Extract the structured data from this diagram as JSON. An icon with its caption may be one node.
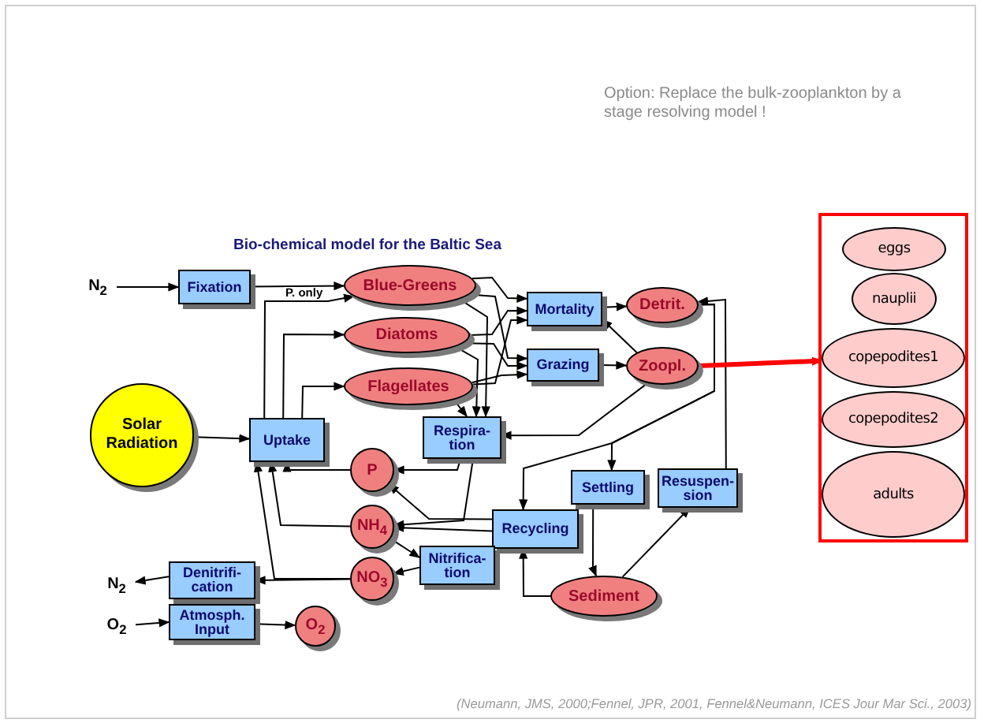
{
  "diagram": {
    "title": "Bio-chemical model for the Baltic Sea",
    "caption": "(Neumann, JMS, 2000;Fennel, JPR, 2001, Fennel&Neumann, ICES Jour Mar Sci., 2003)",
    "labels": [
      "Option: Replace the bulk-zooplankton by a stage resolving model !"
    ],
    "nodes": [
      {
        "text": [
          "N$_{2}$"
        ]
      },
      {
        "text": [
          "Fixation"
        ]
      },
      {
        "text": [
          "Blue-Greens"
        ]
      },
      {
        "text": [
          "Diatoms"
        ]
      },
      {
        "text": [
          "Flagellates"
        ]
      },
      {
        "text": [
          "Mortality"
        ]
      },
      {
        "text": [
          "Grazing"
        ]
      },
      {
        "text": [
          "Detrit."
        ]
      },
      {
        "text": [
          "Zoopl."
        ]
      },
      {
        "text": [
          "Solar Radiation"
        ]
      },
      {
        "text": [
          "Uptake"
        ]
      },
      {
        "text": [
          "Respira- tion"
        ]
      },
      {
        "text": [
          "P"
        ]
      },
      {
        "text": [
          "NH$_{4}$"
        ]
      },
      {
        "text": [
          "NO$_{3}$"
        ]
      },
      {
        "text": [
          "Settling"
        ]
      },
      {
        "text": [
          "Resuspen- sion"
        ]
      },
      {
        "text": [
          "Recycling"
        ]
      },
      {
        "text": [
          "Nitrifica- tion"
        ]
      },
      {
        "text": [
          "Sediment"
        ]
      },
      {
        "text": [
          "N$_{2}$"
        ]
      },
      {
        "text": [
          "Denitrifi- cation"
        ]
      },
      {
        "text": [
          "O$_{2}$"
        ]
      },
      {
        "text": [
          "Atmosph. Input"
        ]
      },
      {
        "text": [
          "O$_{2}$"
        ]
      },
      {
        "text": [],
        "shape": "box"
      },
      {
        "text": [
          "eggs"
        ],
        "in": 25
      },
      {
        "text": [
          "nauplii"
        ],
        "in": 25
      },
      {
        "text": [
          "copepodites1"
        ],
        "in": 25
      },
      {
        "text": [
          "copepodites2"
        ],
        "in": 25
      },
      {
        "text": [
          "adults"
        ],
        "in": 25
      }
    ],
    "edges": [
      {
        "from": 0,
        "to": 1,
        "arrow": "to"
      },
      {
        "from": 1,
        "to": 2,
        "arrow": "to"
      },
      {
        "from": 10,
        "to": 2,
        "arrow": "to",
        "label": "P. only"
      },
      {
        "from": 10,
        "to": 3,
        "arrow": "to"
      },
      {
        "from": 10,
        "to": 4,
        "arrow": "to"
      },
      {
        "from": 9,
        "to": 10,
        "arrow": "to"
      },
      {
        "from": 2,
        "to": 5,
        "arrow": "to"
      },
      {
        "from": 3,
        "to": 5,
        "arrow": "to"
      },
      {
        "from": 4,
        "to": 5,
        "arrow": "to"
      },
      {
        "from": 2,
        "to": 6,
        "arrow": "to"
      },
      {
        "from": 3,
        "to": 6,
        "arrow": "to"
      },
      {
        "from": 4,
        "to": 6,
        "arrow": "to"
      },
      {
        "from": 2,
        "to": 11,
        "arrow": "to"
      },
      {
        "from": 3,
        "to": 11,
        "arrow": "to"
      },
      {
        "from": 4,
        "to": 11,
        "arrow": "to"
      },
      {
        "from": 5,
        "to": 7,
        "arrow": "to"
      },
      {
        "from": 6,
        "to": 8,
        "arrow": "to"
      },
      {
        "from": 8,
        "to": 5,
        "arrow": "to"
      },
      {
        "from": 8,
        "to": 11,
        "arrow": "to"
      },
      {
        "from": 7,
        "to": 15,
        "arrow": "to"
      },
      {
        "from": 7,
        "to": 17,
        "arrow": "to"
      },
      {
        "from": 16,
        "to": 7,
        "arrow": "to"
      },
      {
        "from": 11,
        "to": 12,
        "arrow": "to"
      },
      {
        "from": 11,
        "to": 13,
        "arrow": "to"
      },
      {
        "from": 17,
        "to": 12,
        "arrow": "to"
      },
      {
        "from": 17,
        "to": 13,
        "arrow": "to"
      },
      {
        "from": 12,
        "to": 10,
        "arrow": "to"
      },
      {
        "from": 13,
        "to": 10,
        "arrow": "to"
      },
      {
        "from": 14,
        "to": 10,
        "arrow": "to"
      },
      {
        "from": 13,
        "to": 18,
        "arrow": "to"
      },
      {
        "from": 18,
        "to": 14,
        "arrow": "to"
      },
      {
        "from": 14,
        "to": 21,
        "arrow": "to"
      },
      {
        "from": 21,
        "to": 20,
        "arrow": "to"
      },
      {
        "from": 22,
        "to": 23,
        "arrow": "to"
      },
      {
        "from": 23,
        "to": 24,
        "arrow": "to"
      },
      {
        "from": 15,
        "to": 19,
        "arrow": "to"
      },
      {
        "from": 19,
        "to": 16,
        "arrow": "to"
      },
      {
        "from": 19,
        "to": 17,
        "arrow": "to"
      },
      {
        "from": 8,
        "to": 28,
        "arrow": "to",
        "style": "thick",
        "color": "#ff0000"
      }
    ]
  }
}
